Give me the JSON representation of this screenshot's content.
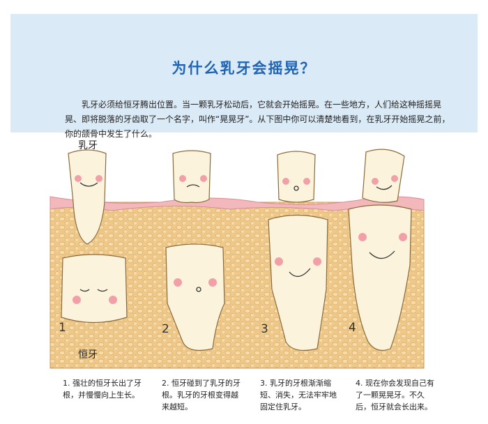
{
  "title": "为什么乳牙会摇晃？",
  "intro": "乳牙必须给恒牙腾出位置。当一颗乳牙松动后，它就会开始摇晃。在一些地方，人们给这种摇摇晃晃、即将脱落的牙齿取了一个名字，叫作“晃晃牙”。从下图中你可以清楚地看到，在乳牙开始摇晃之前，你的颌骨中发生了什么。",
  "labels": {
    "baby_tooth": "乳牙",
    "permanent_tooth": "恒牙"
  },
  "steps": [
    {
      "num": "1",
      "caption": "1. 强壮的恒牙长出了牙根，并慢慢向上生长。"
    },
    {
      "num": "2",
      "caption": "2. 恒牙碰到了乳牙的牙根。乳牙的牙根变得越来越短。"
    },
    {
      "num": "3",
      "caption": "3. 乳牙的牙根渐渐缩短、消失，无法牢牢地固定住乳牙。"
    },
    {
      "num": "4",
      "caption": "4. 现在你会发现自己有了一颗晃晃牙。不久后，恒牙就会长出来。"
    }
  ],
  "colors": {
    "header_bg": "#dbeaf7",
    "title": "#1f64b4",
    "bone": "#efc98a",
    "gum": "#f2b8bb",
    "tooth": "#fbf3dc"
  }
}
